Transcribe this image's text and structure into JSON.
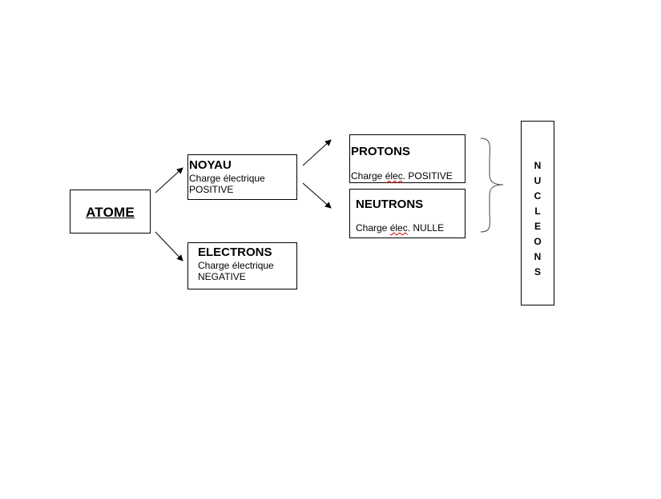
{
  "atome": {
    "label": "ATOME"
  },
  "noyau": {
    "title": "NOYAU",
    "line1": "Charge électrique",
    "line2": "POSITIVE"
  },
  "electrons": {
    "title": "ELECTRONS",
    "line1": "Charge électrique",
    "line2": "NEGATIVE"
  },
  "protons": {
    "title": "PROTONS",
    "charge_prefix": "Charge ",
    "charge_word": "élec",
    "charge_suffix": ". POSITIVE"
  },
  "neutrons": {
    "title": "NEUTRONS",
    "charge_prefix": "Charge ",
    "charge_word": "élec",
    "charge_suffix": ". NULLE"
  },
  "nucleons": {
    "letters": [
      "N",
      "U",
      "C",
      "L",
      "E",
      "O",
      "N",
      "S"
    ]
  },
  "colors": {
    "line": "#000000",
    "spellcheck": "#d00000"
  }
}
